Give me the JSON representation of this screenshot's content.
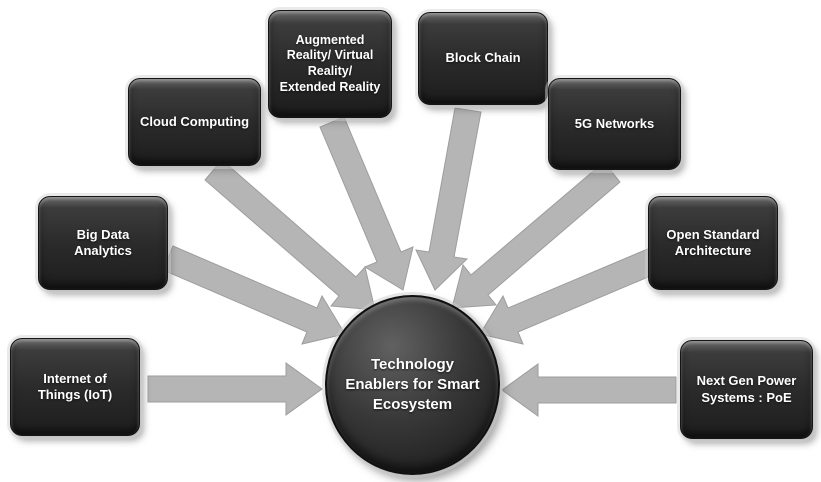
{
  "diagram": {
    "title": "Technology enablers diagram",
    "center": {
      "label": "Technology Enablers for Smart Ecosystem"
    },
    "nodes": [
      {
        "id": "iot",
        "label": "Internet of Things (IoT)"
      },
      {
        "id": "big-data",
        "label": "Big Data Analytics"
      },
      {
        "id": "cloud",
        "label": "Cloud Computing"
      },
      {
        "id": "ar-vr-xr",
        "label": "Augmented Reality/ Virtual Reality/ Extended Reality"
      },
      {
        "id": "blockchain",
        "label": "Block Chain"
      },
      {
        "id": "5g",
        "label": "5G Networks"
      },
      {
        "id": "open-standard",
        "label": "Open Standard Architecture"
      },
      {
        "id": "next-gen-power",
        "label": "Next Gen Power Systems : PoE"
      }
    ],
    "colors": {
      "node_fill": "#2b2b2b",
      "arrow_fill": "#b5b5b5",
      "text": "#ffffff",
      "background": "#ffffff"
    }
  }
}
